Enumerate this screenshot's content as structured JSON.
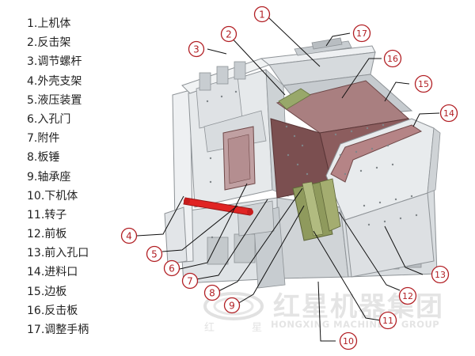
{
  "legend": {
    "items": [
      "1.上机体",
      "2.反击架",
      "3.调节螺杆",
      "4.外壳支架",
      "5.液压装置",
      "6.入孔门",
      "7.附件",
      "8.板锤",
      "9.轴承座",
      "10.下机体",
      "11.转子",
      "12.前板",
      "13.前入孔口",
      "14.进料口",
      "15.边板",
      "16.反击板",
      "17.调整手柄"
    ]
  },
  "callouts": [
    "1",
    "2",
    "3",
    "4",
    "5",
    "6",
    "7",
    "8",
    "9",
    "10",
    "11",
    "12",
    "13",
    "14",
    "15",
    "16",
    "17"
  ],
  "watermark": {
    "cn_text": "红星机器集团",
    "en_text": "HONGXING MACHINERY GROUP",
    "logo_cn_left": "红",
    "logo_cn_right": "星"
  },
  "colors": {
    "callout_red": "#b21f24",
    "machine_light": "#e9ecee",
    "machine_mid": "#d3d7da",
    "machine_dark": "#b8bdc1",
    "liner_pink": "#b98c8e",
    "liner_dark": "#7a4b4c",
    "rotor_green": "#8f9a5d",
    "hydraulic_red": "#e02424"
  }
}
